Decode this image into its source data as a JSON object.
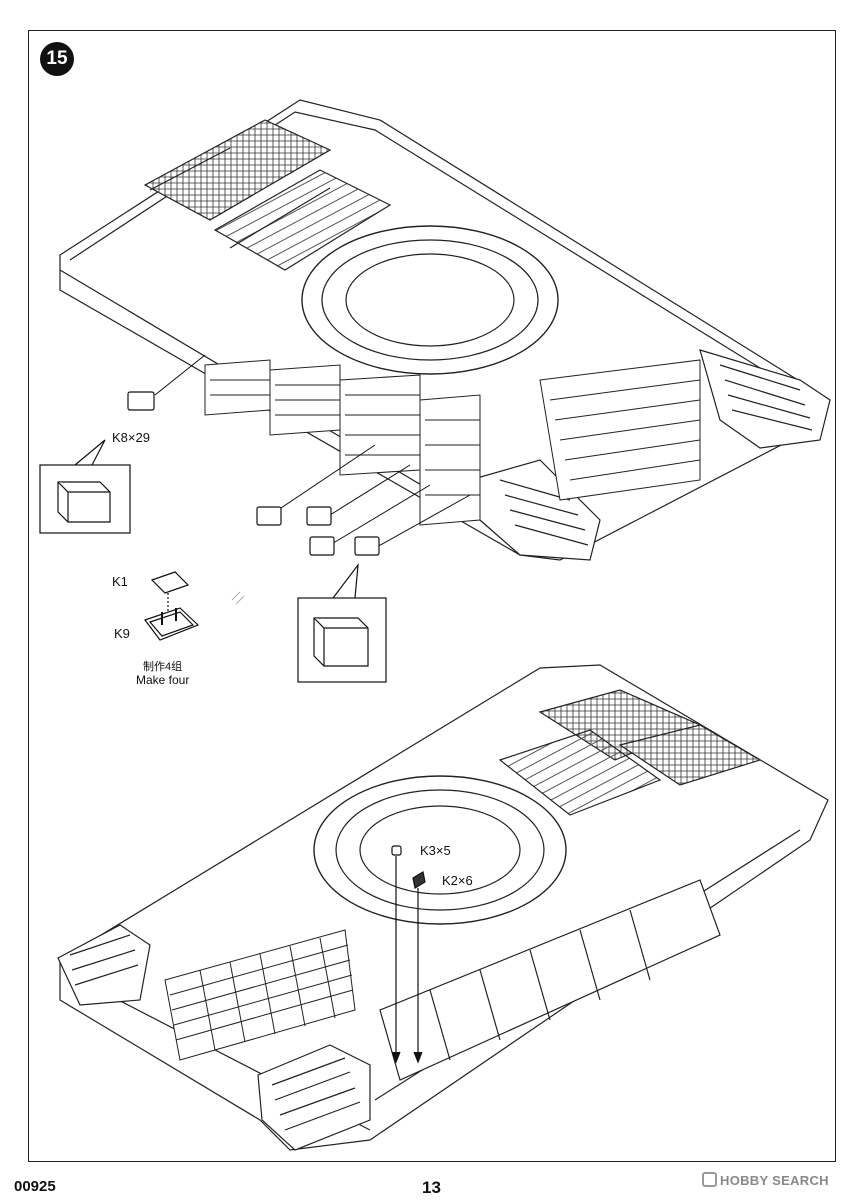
{
  "step": {
    "number": "15"
  },
  "callouts": {
    "k8": "K8×29",
    "k1": "K1",
    "k9": "K9",
    "make_cn": "制作4组",
    "make_en": "Make four",
    "k3": "K3×5",
    "k2": "K2×6"
  },
  "footer": {
    "code": "00925",
    "page": "13"
  },
  "watermark": {
    "text": "HOBBY SEARCH"
  }
}
